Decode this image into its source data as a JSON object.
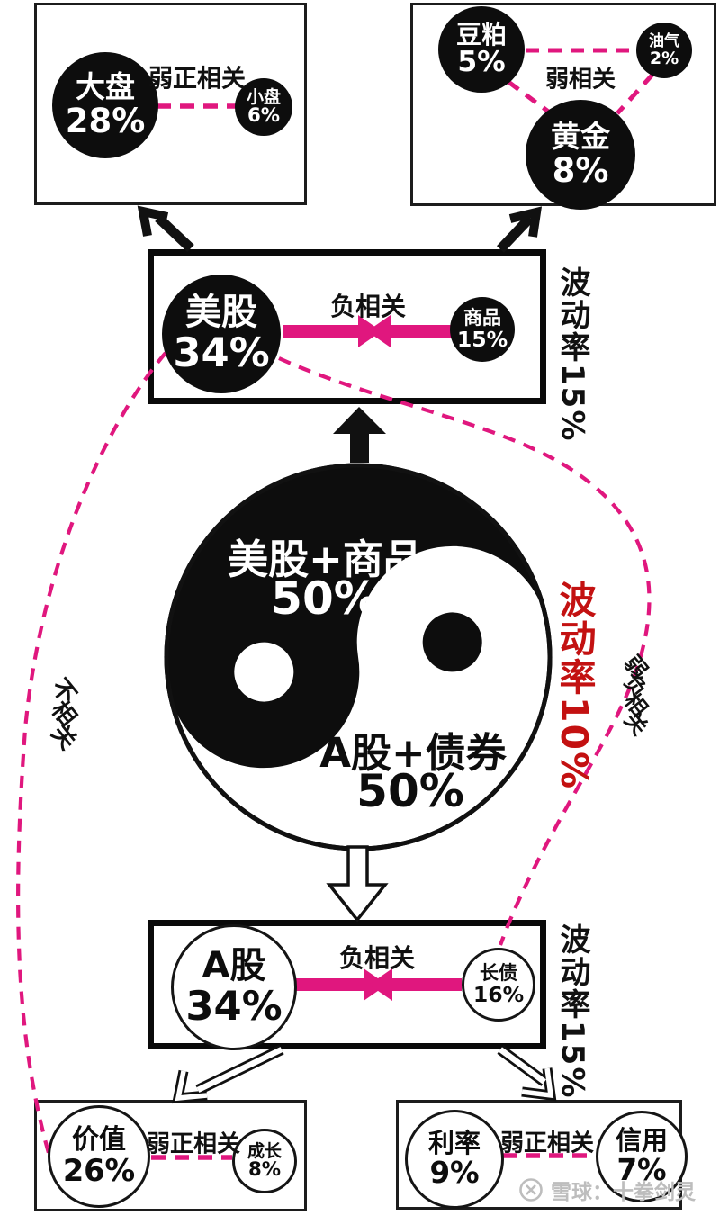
{
  "palette": {
    "magenta": "#e0177e",
    "red": "#c31111",
    "ink": "#111111",
    "watermark_gray": "#bdbdbd"
  },
  "top_left_box": {
    "relation_label": "弱正相关",
    "circles": [
      {
        "name": "大盘",
        "pct": "28%"
      },
      {
        "name": "小盘",
        "pct": "6%"
      }
    ]
  },
  "top_right_box": {
    "relation_label": "弱相关",
    "circles": [
      {
        "name": "豆粕",
        "pct": "5%"
      },
      {
        "name": "油气",
        "pct": "2%"
      },
      {
        "name": "黄金",
        "pct": "8%"
      }
    ]
  },
  "us_commodity_box": {
    "relation_label": "负相关",
    "volatility_label": "波动率15%",
    "circles": [
      {
        "name": "美股",
        "pct": "34%"
      },
      {
        "name": "商品",
        "pct": "15%"
      }
    ]
  },
  "core": {
    "top_half_label": "美股+商品",
    "top_half_pct": "50%",
    "bottom_half_label": "A股+债券",
    "bottom_half_pct": "50%",
    "volatility_label": "波动率10%"
  },
  "a_share_bond_box": {
    "relation_label": "负相关",
    "volatility_label": "波动率15%",
    "circles": [
      {
        "name": "A股",
        "pct": "34%"
      },
      {
        "name": "长债",
        "pct": "16%"
      }
    ]
  },
  "bottom_left_box": {
    "relation_label": "弱正相关",
    "circles": [
      {
        "name": "价值",
        "pct": "26%"
      },
      {
        "name": "成长",
        "pct": "8%"
      }
    ]
  },
  "bottom_right_box": {
    "relation_label": "弱正相关",
    "circles": [
      {
        "name": "利率",
        "pct": "9%"
      },
      {
        "name": "信用",
        "pct": "7%"
      }
    ]
  },
  "connections": {
    "left_curve_label": "不相关",
    "right_curve_label": "弱负相关"
  },
  "watermark": {
    "text": "雪球：十拳剑灵"
  }
}
